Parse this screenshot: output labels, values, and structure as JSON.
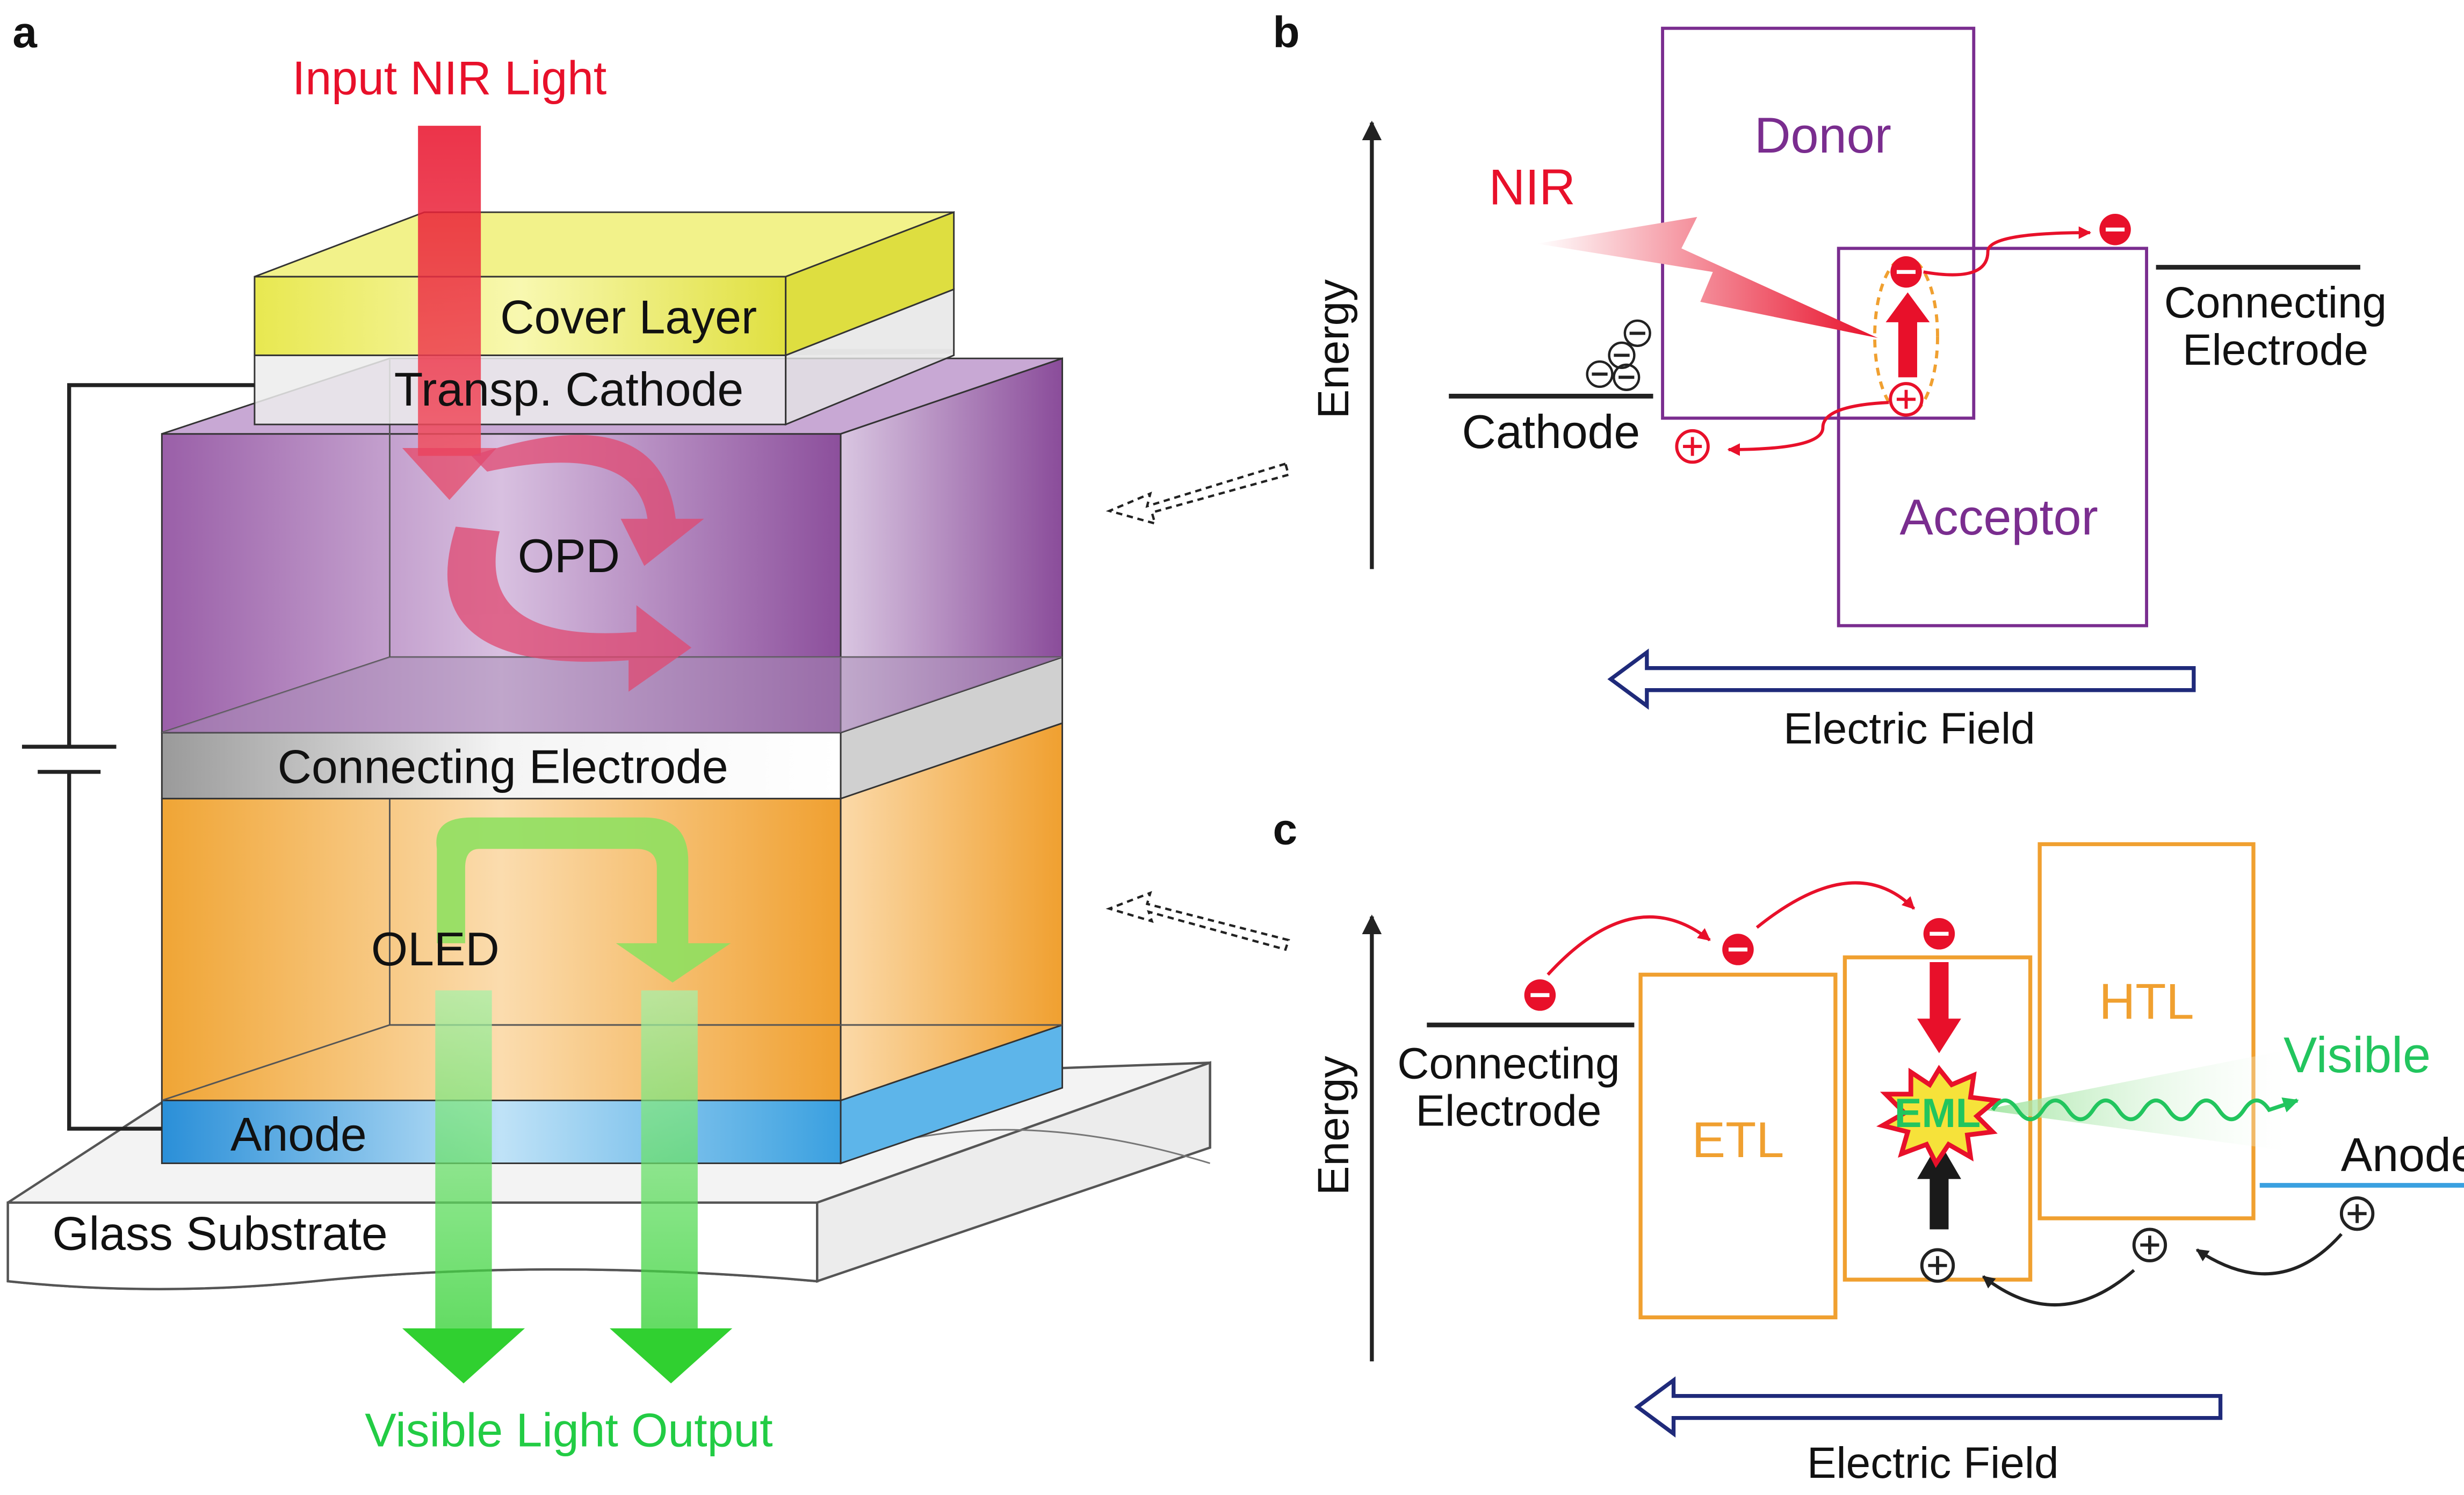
{
  "panel_letters": {
    "a": "a",
    "b": "b",
    "c": "c"
  },
  "panel_a": {
    "input_label": "Input NIR Light",
    "cover_layer": "Cover Layer",
    "transp_cathode": "Transp. Cathode",
    "opd": "OPD",
    "connecting_electrode": "Connecting Electrode",
    "oled": "OLED",
    "anode": "Anode",
    "glass_substrate": "Glass Substrate",
    "output_label": "Visible Light Output"
  },
  "panel_b": {
    "energy": "Energy",
    "donor": "Donor",
    "acceptor": "Acceptor",
    "nir": "NIR",
    "cathode": "Cathode",
    "connecting_electrode_line1": "Connecting",
    "connecting_electrode_line2": "Electrode",
    "electric_field": "Electric Field"
  },
  "panel_c": {
    "energy": "Energy",
    "connecting_electrode_line1": "Connecting",
    "connecting_electrode_line2": "Electrode",
    "etl": "ETL",
    "eml": "EML",
    "htl": "HTL",
    "visible": "Visible",
    "anode": "Anode",
    "electric_field": "Electric Field"
  },
  "colors": {
    "nir_red": "#e8102a",
    "visible_green": "#22c55e",
    "purple": "#7a2d8f",
    "orange": "#f0a030",
    "navy": "#1f2a7a",
    "anode_blue": "#3aa0e0"
  }
}
